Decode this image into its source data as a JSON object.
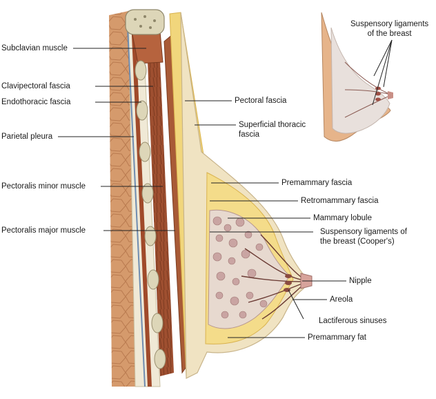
{
  "labels": {
    "subclavian": "Subclavian muscle",
    "clavipectoral": "Clavipectoral fascia",
    "endothoracic": "Endothoracic fascia",
    "parietal_pleura": "Parietal pleura",
    "pec_minor": "Pectoralis minor muscle",
    "pec_major": "Pectoralis major muscle",
    "pectoral_fascia": "Pectoral fascia",
    "superficial_thoracic": "Superficial thoracic\nfascia",
    "premammary_fascia": "Premammary fascia",
    "retromammary_fascia": "Retromammary fascia",
    "mammary_lobule": "Mammary lobule",
    "cooper": "Suspensory ligaments of\nthe breast (Cooper's)",
    "nipple": "Nipple",
    "areola": "Areola",
    "lactiferous": "Lactiferous sinuses",
    "premammary_fat": "Premammary fat",
    "inset_suspensory": "Suspensory ligaments\nof the breast"
  },
  "colors": {
    "muscle": "#b8643f",
    "muscle_dark": "#8a4528",
    "skin": "#e6b48a",
    "fat": "#f1d67c",
    "fat_dark": "#d9b24e",
    "fascia": "#ecebdc",
    "bone": "#ddd6b8",
    "lobule": "#c9a4a2",
    "leader": "#222222"
  }
}
